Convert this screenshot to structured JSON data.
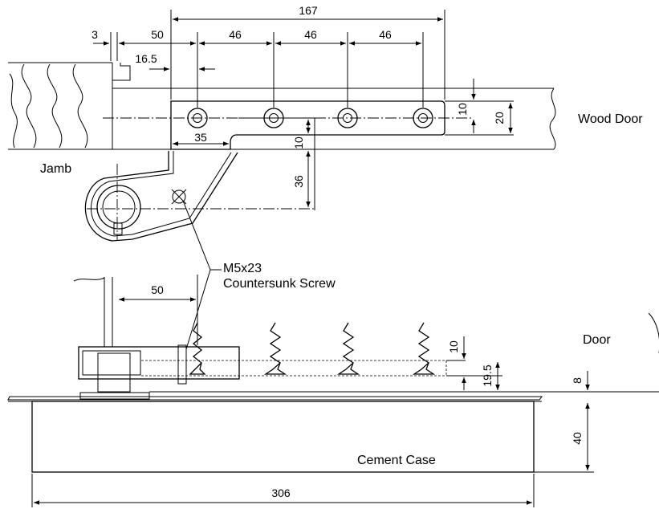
{
  "labels": {
    "jamb": "Jamb",
    "wood_door": "Wood Door",
    "door": "Door",
    "cement_case": "Cement Case",
    "screw_size": "M5x23",
    "screw_type": "Countersunk Screw"
  },
  "dimensions": {
    "d3": "3",
    "d50_top": "50",
    "d167": "167",
    "d46_a": "46",
    "d46_b": "46",
    "d46_c": "46",
    "d16_5": "16.5",
    "d10_right": "10",
    "d20": "20",
    "d35": "35",
    "d10_mid": "10",
    "d36": "36",
    "d50_side": "50",
    "d10_side": "10",
    "d19_5": "19.5",
    "d8": "8",
    "d40": "40",
    "d306": "306"
  }
}
